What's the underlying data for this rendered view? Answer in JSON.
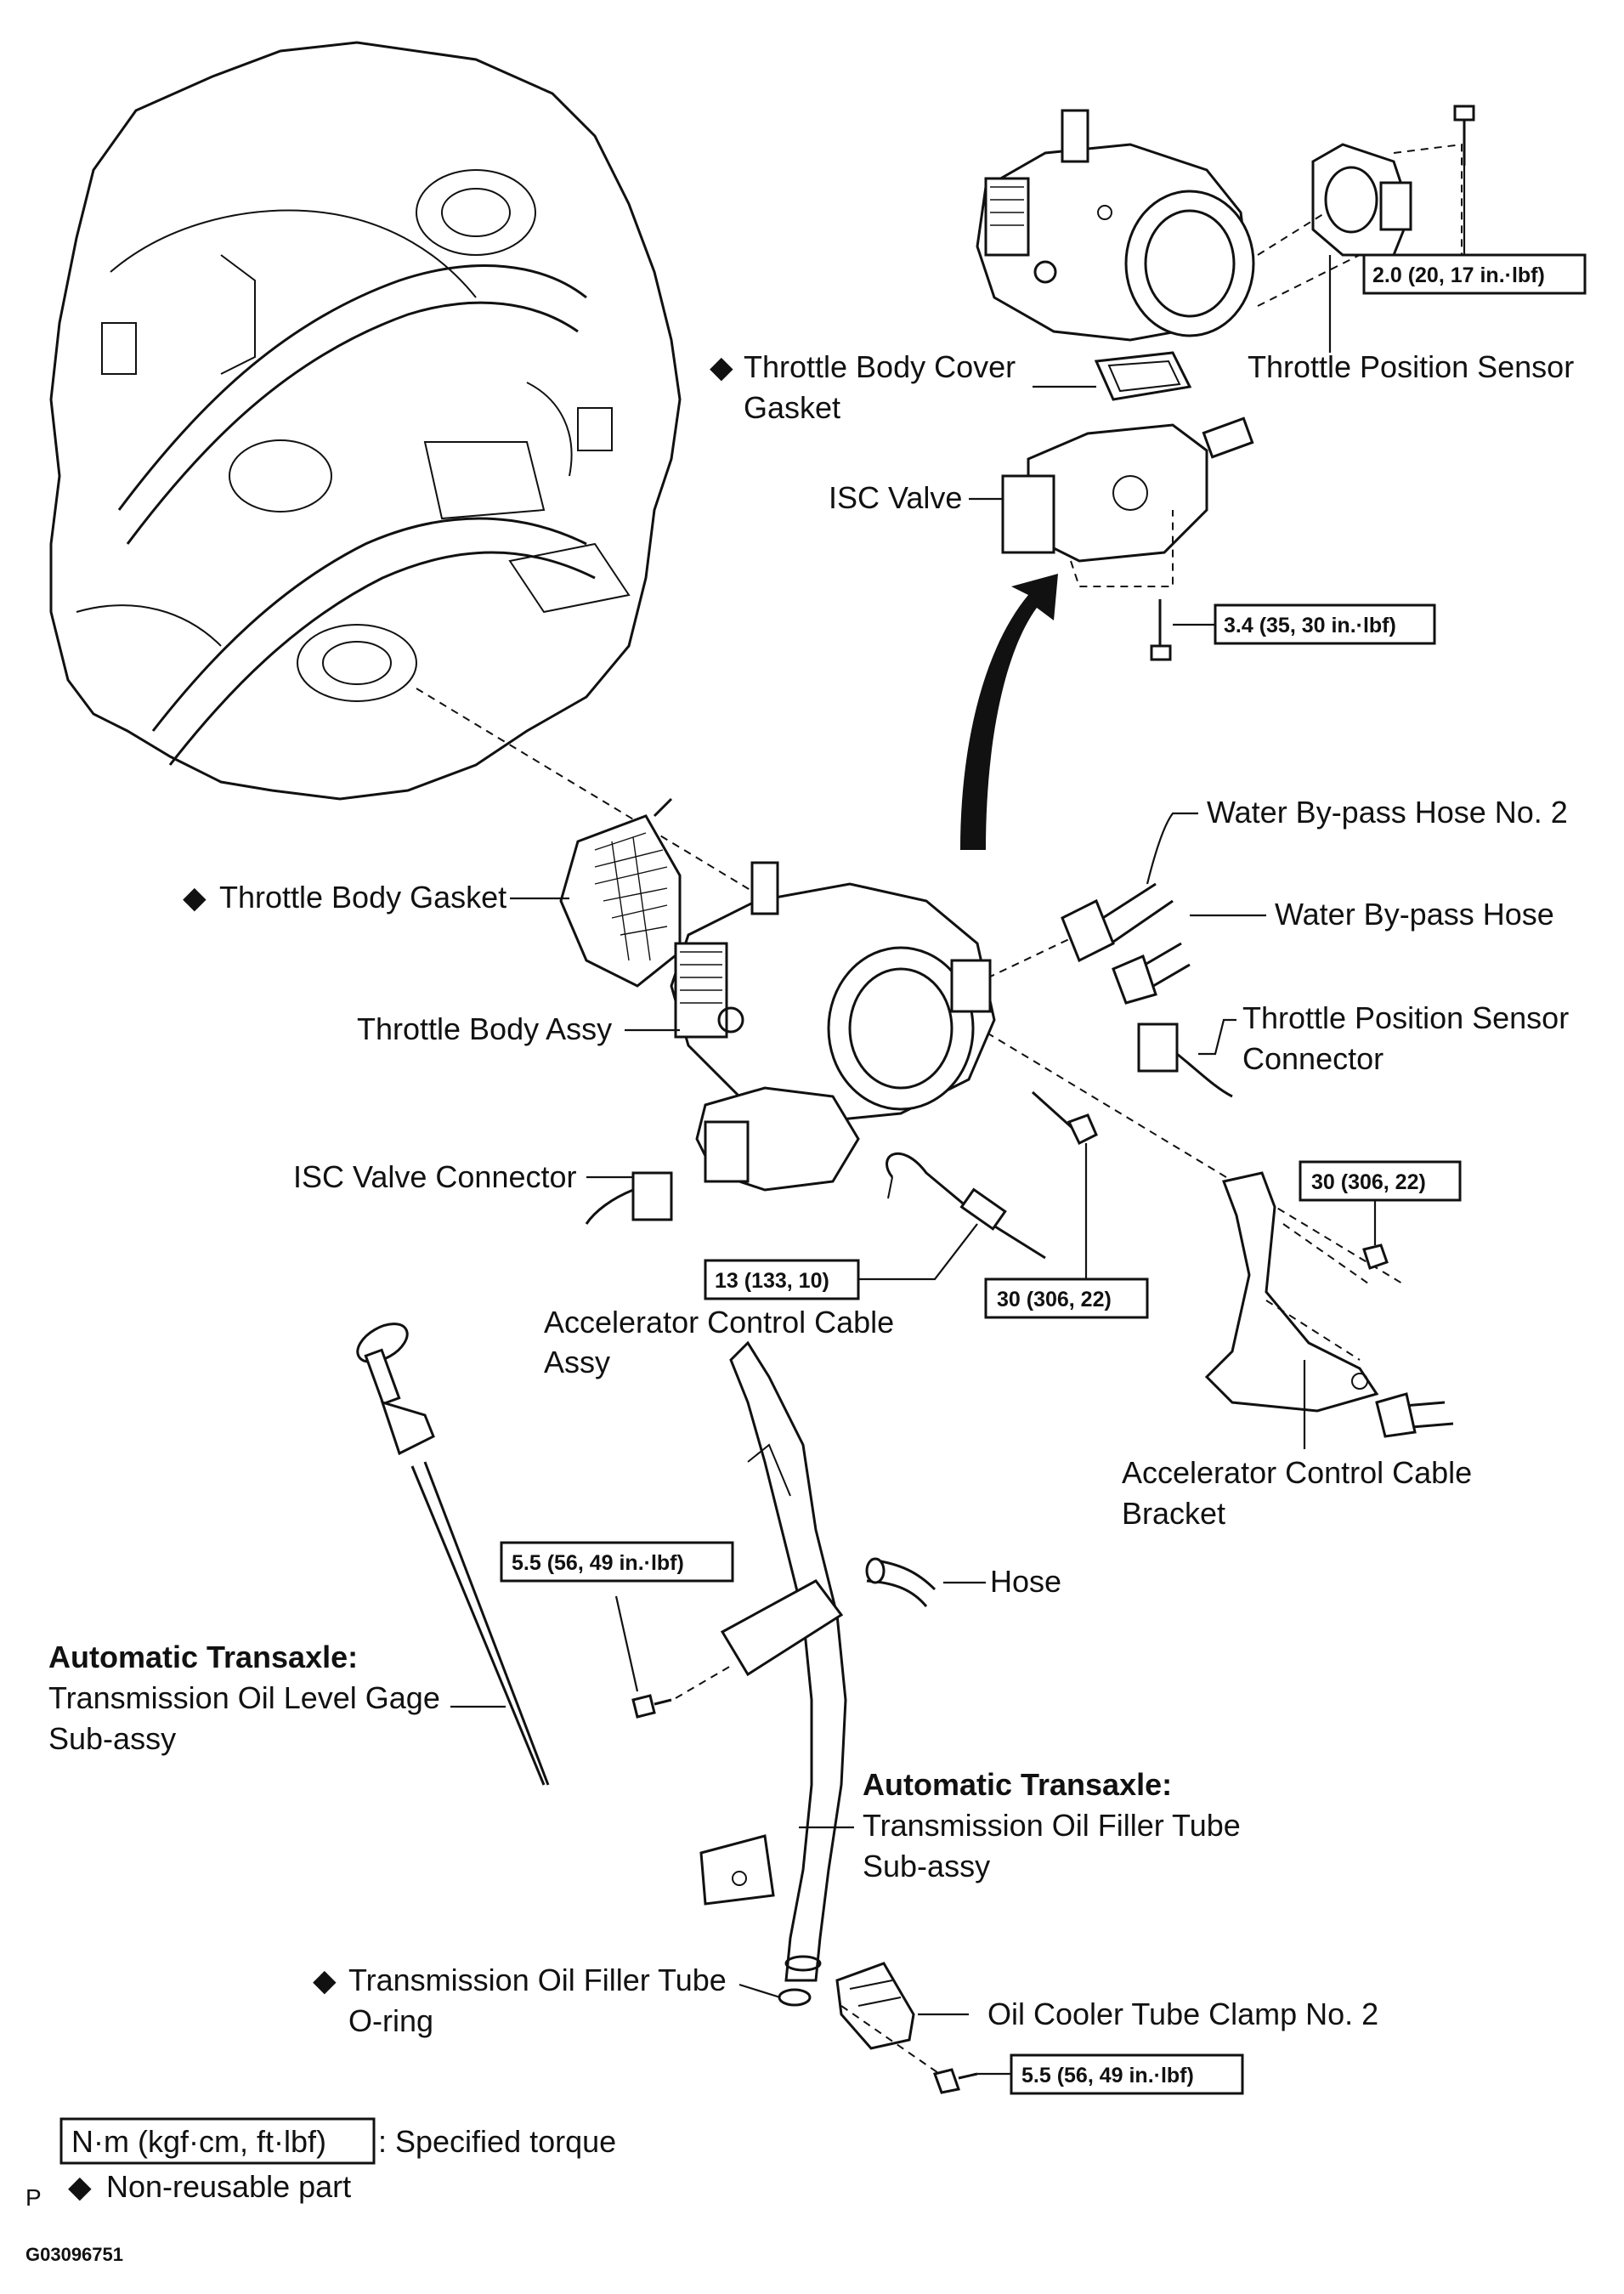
{
  "labels": {
    "throttle_position_sensor": "Throttle Position Sensor",
    "throttle_body_cover_gasket_1": "Throttle Body Cover",
    "throttle_body_cover_gasket_2": "Gasket",
    "isc_valve": "ISC Valve",
    "water_bypass_hose_no2": "Water  By-pass Hose No. 2",
    "water_bypass_hose": "Water By-pass Hose",
    "throttle_body_gasket": "Throttle Body Gasket",
    "throttle_body_assy": "Throttle Body Assy",
    "tps_connector_1": "Throttle Position Sensor",
    "tps_connector_2": "Connector",
    "isc_valve_connector": "ISC Valve Connector",
    "accel_cable_assy_1": "Accelerator Control Cable",
    "accel_cable_assy_2": "Assy",
    "accel_cable_bracket_1": "Accelerator Control Cable",
    "accel_cable_bracket_2": "Bracket",
    "hose": "Hose",
    "at_heading_gage": "Automatic Transaxle:",
    "oil_level_gage_1": "Transmission Oil Level Gage",
    "oil_level_gage_2": "Sub-assy",
    "at_heading_filler": "Automatic Transaxle:",
    "filler_tube_1": "Transmission Oil Filler Tube",
    "filler_tube_2": "Sub-assy",
    "filler_oring_1": "Transmission Oil Filler Tube",
    "filler_oring_2": "O-ring",
    "oil_cooler_clamp": "Oil Cooler Tube Clamp No. 2"
  },
  "torques": {
    "tps_bolt": "2.0 (20, 17 in.·lbf)",
    "isc_bolt": "3.4 (35, 30 in.·lbf)",
    "bracket_nut": "30 (306, 22)",
    "cable_nut": "13 (133, 10)",
    "throttle_bolt": "30 (306, 22)",
    "gage_bolt": "5.5 (56, 49 in.·lbf)",
    "clamp_bolt": "5.5 (56, 49 in.·lbf)"
  },
  "legend": {
    "torque_box": "N·m (kgf·cm, ft·lbf)",
    "torque_desc": ": Specified torque",
    "nonreusable": "Non-reusable part"
  },
  "marks": {
    "diamond": "◆",
    "corner_letter": "P",
    "figure_code": "G03096751"
  }
}
